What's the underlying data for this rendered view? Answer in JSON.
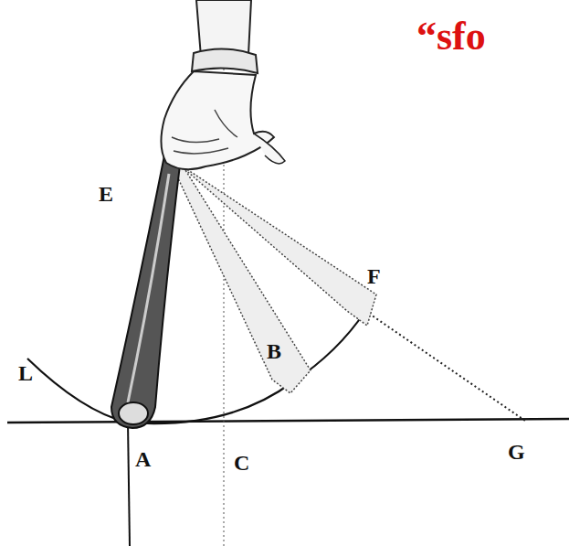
{
  "diagram": {
    "labels": [
      "“sfo",
      "E",
      "F",
      "B",
      "L",
      "A",
      "C",
      "G"
    ]
  }
}
